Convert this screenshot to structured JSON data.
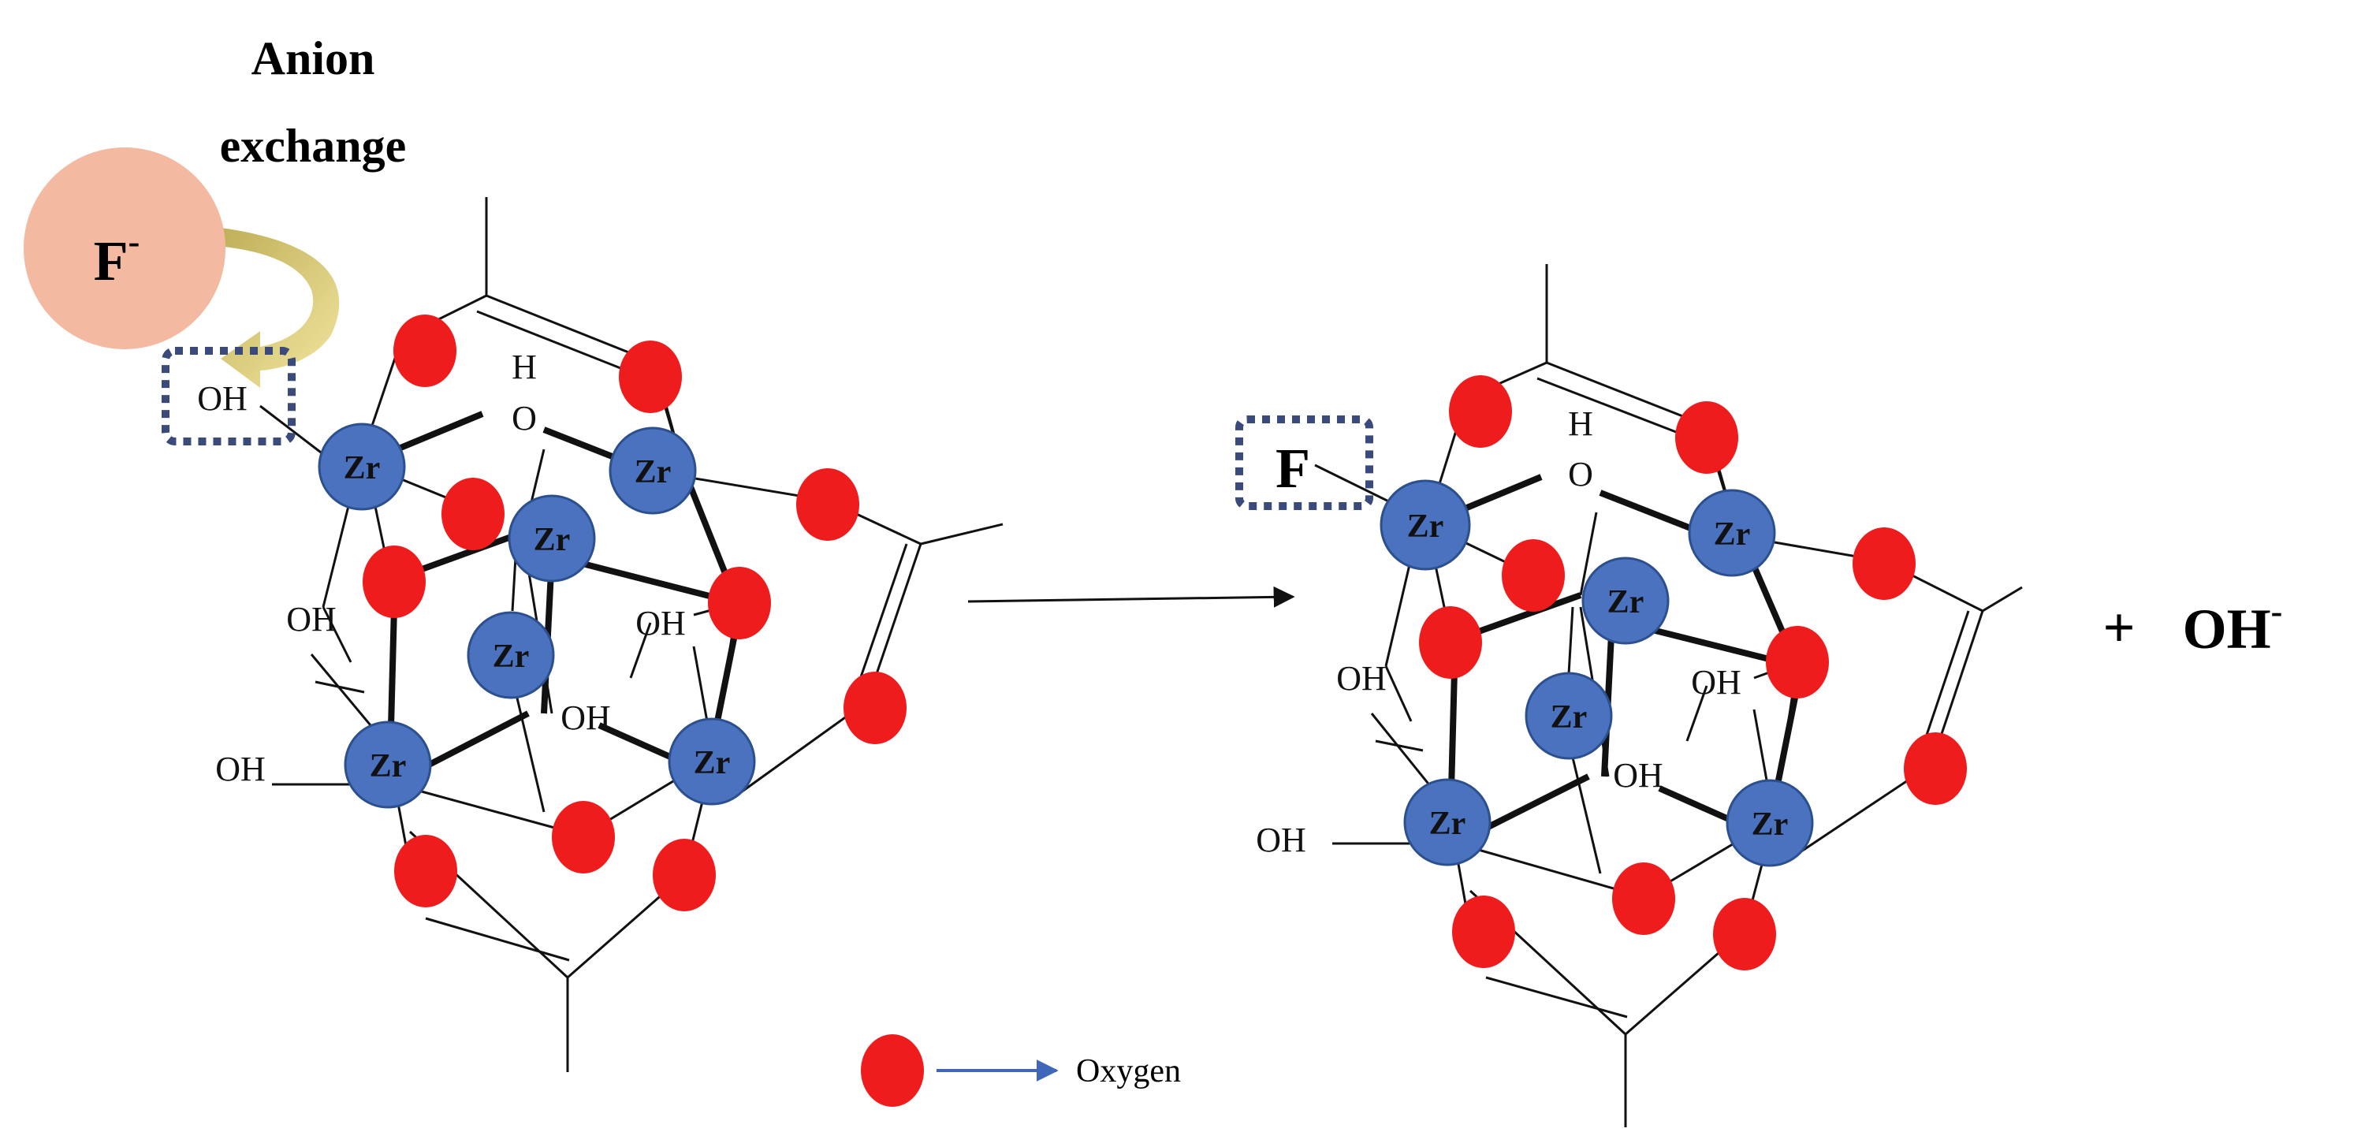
{
  "labels": {
    "anion_exchange_line1": "Anion",
    "anion_exchange_line2": "exchange",
    "fluoride_ion": "F",
    "fluoride_charge": "-",
    "replaced_group": "OH",
    "bound_fluoride": "F",
    "zr": "Zr",
    "hydroxyl": "OH",
    "mu_h": "H",
    "mu_o": "O",
    "plus": "+",
    "released_ion": "OH",
    "released_charge": "-",
    "legend_text": "Oxygen"
  },
  "colors": {
    "zirconium": "#4a72bf",
    "oxygen": "#ee1c1c",
    "fluoride_circle": "#f3b9a1",
    "exchange_arrow": "#c8b24a",
    "highlight_box": "#3a4a7a",
    "legend_arrow": "#3f66b8"
  }
}
